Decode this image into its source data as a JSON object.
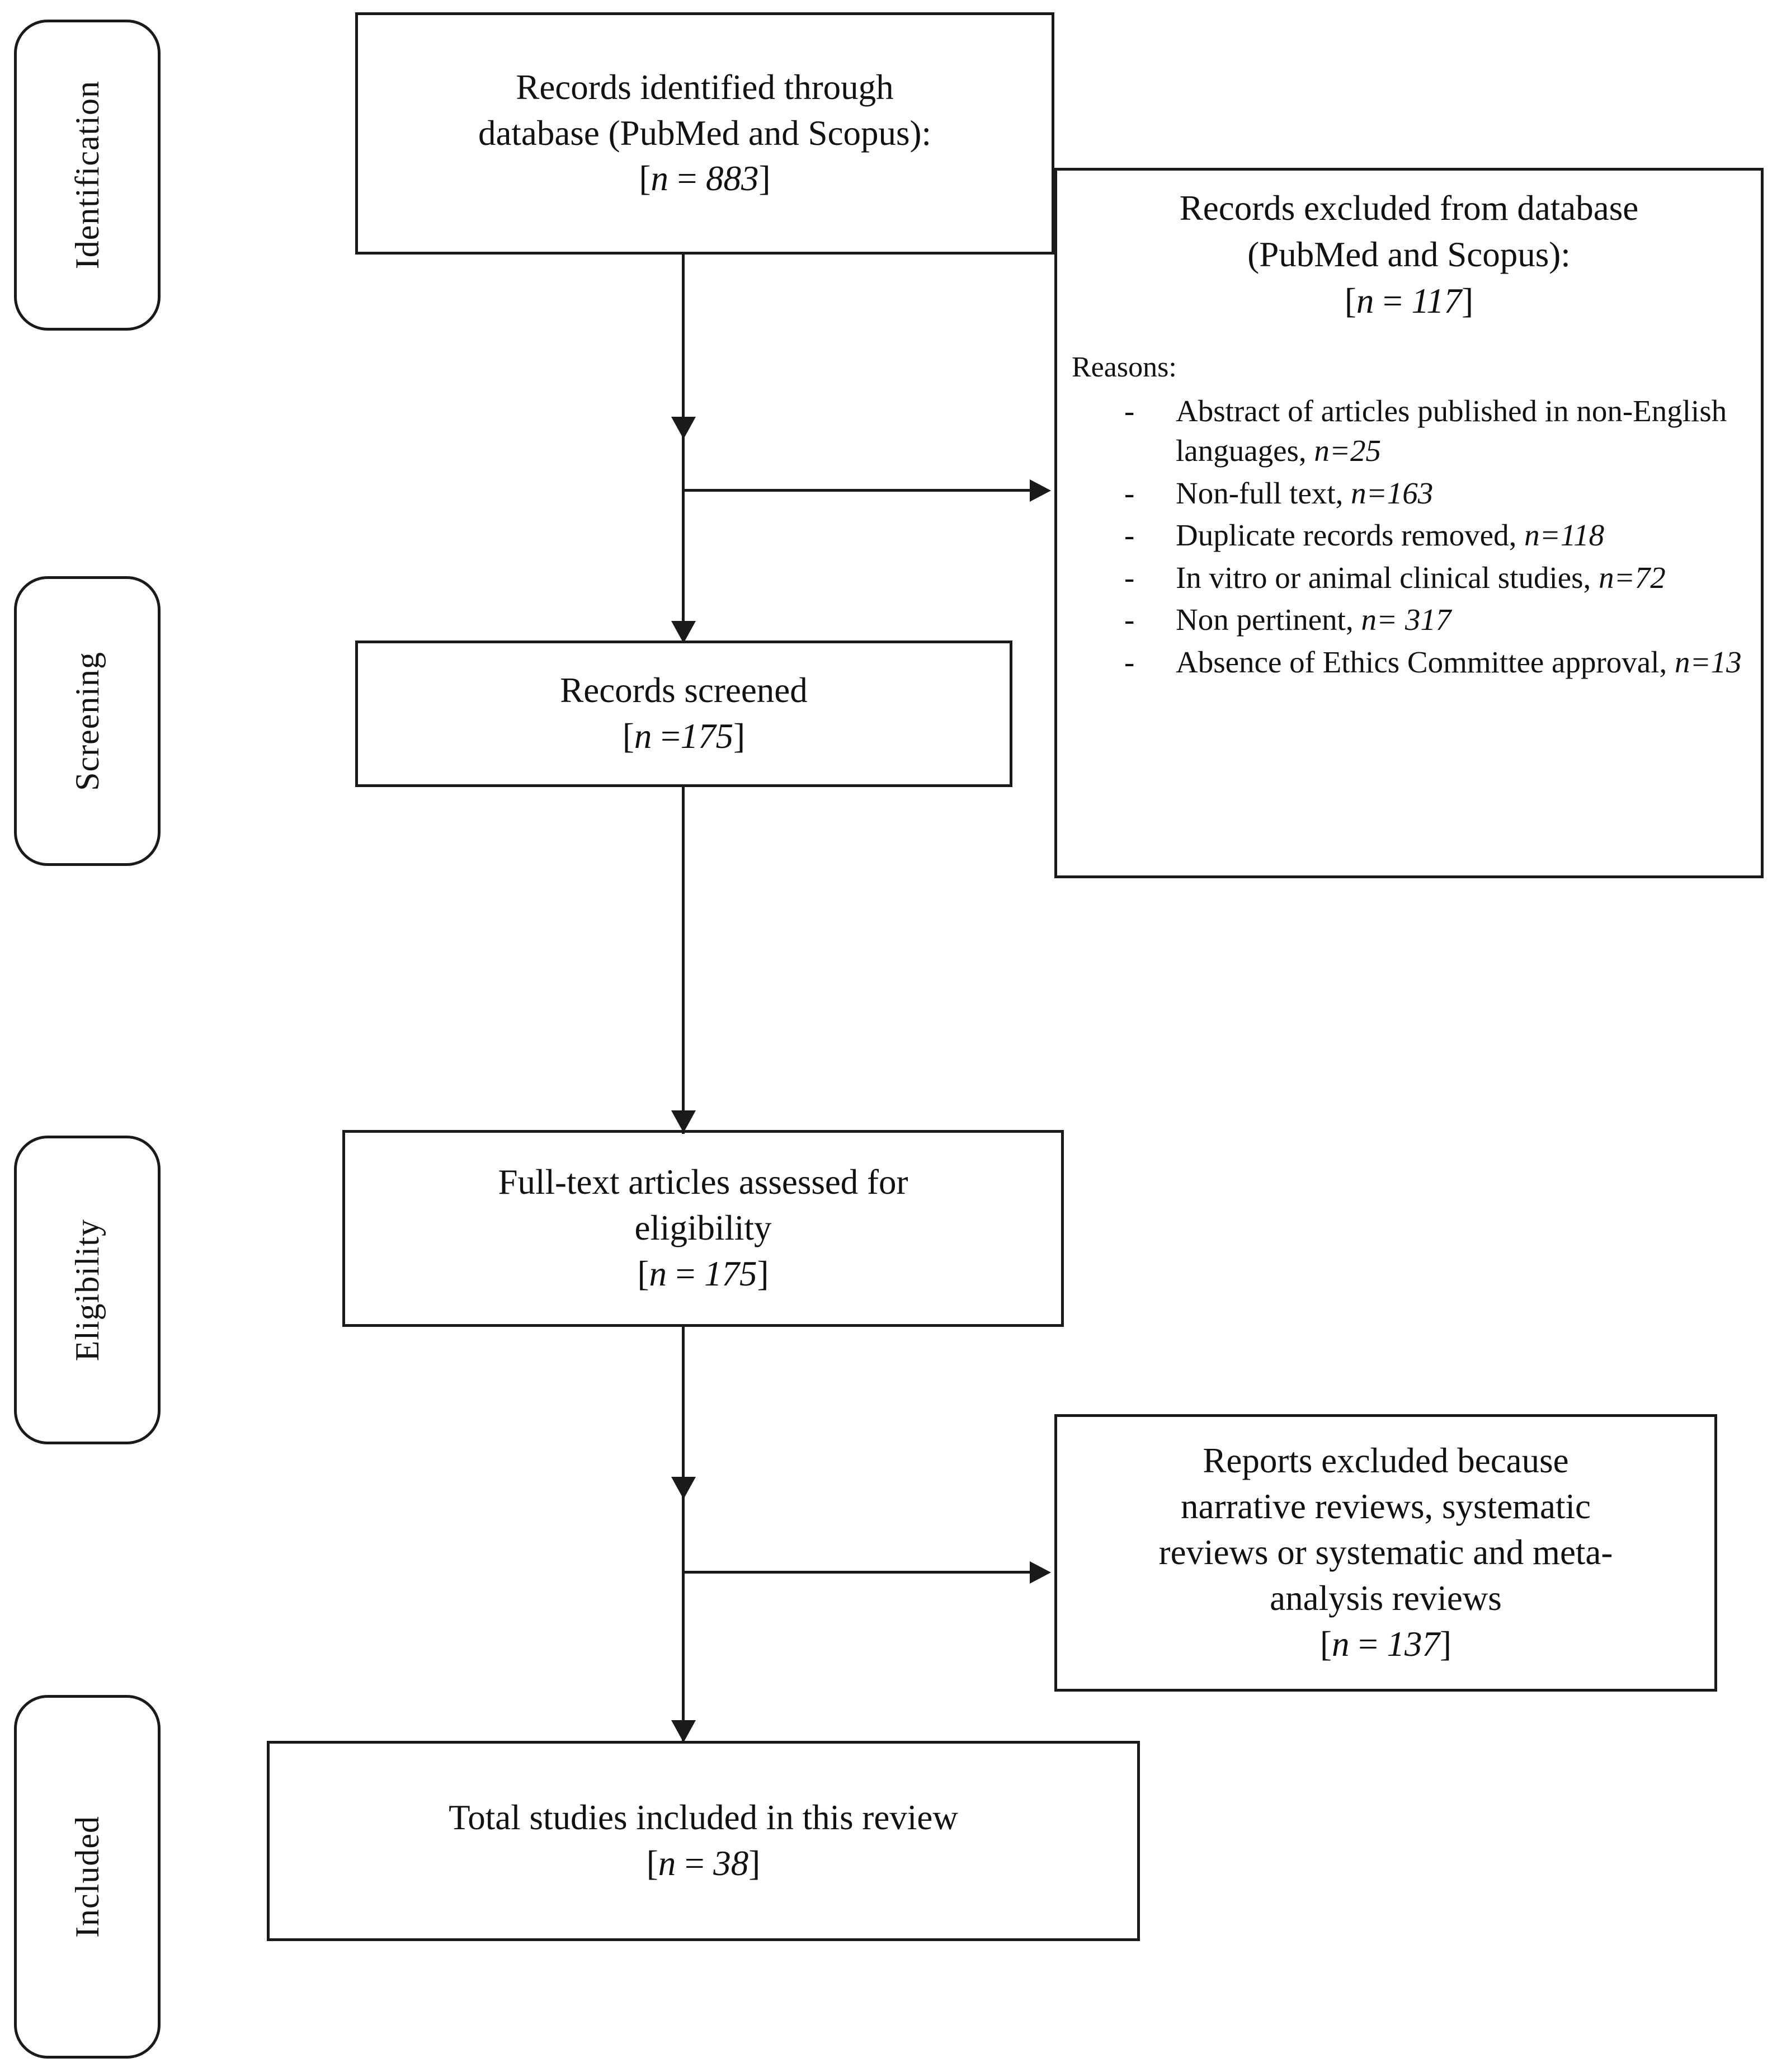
{
  "diagram": {
    "title": "PRISMA flow diagram",
    "type": "prisma-flow-diagram"
  },
  "stages": [
    {
      "label": "Identification"
    },
    {
      "label": "Screening"
    },
    {
      "label": "Eligibility"
    },
    {
      "label": "Included"
    }
  ],
  "boxes": {
    "identified": {
      "line1": "Records identified through",
      "line2": "database (PubMed and Scopus):",
      "count_prefix": "[",
      "count_var": "n",
      "count_eq": " = ",
      "count_value": "883",
      "count_suffix": "]"
    },
    "excluded_db": {
      "line1": "Records excluded from database",
      "line2": "(PubMed and Scopus):",
      "count_prefix": "[",
      "count_var": "n",
      "count_eq": " = ",
      "count_value": "117",
      "count_suffix": "]",
      "reasons_label": "Reasons:",
      "reasons": [
        {
          "bullet": "-",
          "text": "Abstract of articles published in non-English languages,",
          "n_label": "n",
          "n_sep": "=",
          "n_value": "25"
        },
        {
          "bullet": "-",
          "text": "Non-full text,",
          "n_label": "n",
          "n_sep": "=",
          "n_value": "163"
        },
        {
          "bullet": "-",
          "text": "Duplicate records removed,",
          "n_label": "n",
          "n_sep": "=",
          "n_value": "118"
        },
        {
          "bullet": "-",
          "text": "In vitro or animal clinical studies,",
          "n_label": "n",
          "n_sep": "=",
          "n_value": "72"
        },
        {
          "bullet": "-",
          "text": "Non pertinent,",
          "n_label": "n",
          "n_sep": "= ",
          "n_value": "317"
        },
        {
          "bullet": "-",
          "text": "Absence of Ethics Committee approval,",
          "n_label": "n",
          "n_sep": "=",
          "n_value": "13"
        }
      ]
    },
    "screened": {
      "line1": "Records screened",
      "count_prefix": "[",
      "count_var": "n",
      "count_eq": " =",
      "count_value": "175",
      "count_suffix": "]"
    },
    "fulltext": {
      "line1": "Full-text articles assessed for",
      "line2": "eligibility",
      "count_prefix": "[",
      "count_var": "n",
      "count_eq": " = ",
      "count_value": "175",
      "count_suffix": "]"
    },
    "excluded_reports": {
      "line1": "Reports excluded because",
      "line2": "narrative reviews, systematic",
      "line3": "reviews or systematic and meta-",
      "line4": "analysis reviews",
      "count_prefix": "[",
      "count_var": "n",
      "count_eq": " = ",
      "count_value": "137",
      "count_suffix": "]"
    },
    "included": {
      "line1": "Total studies included in this review",
      "count_prefix": "[",
      "count_var": "n",
      "count_eq": " = ",
      "count_value": "38",
      "count_suffix": "]"
    }
  },
  "colors": {
    "stroke": "#1a1a1a",
    "text": "#111111",
    "background": "#ffffff"
  },
  "chart_data": {
    "type": "table",
    "title": "PRISMA flow diagram counts",
    "categories": [
      "Records identified through database (PubMed and Scopus)",
      "Records excluded from database (PubMed and Scopus)",
      "Records screened",
      "Full-text articles assessed for eligibility",
      "Reports excluded because narrative reviews, systematic reviews or systematic and meta-analysis reviews",
      "Total studies included in this review"
    ],
    "values": [
      883,
      117,
      175,
      175,
      137,
      38
    ],
    "exclusion_reasons": {
      "categories": [
        "Abstract of articles published in non-English languages",
        "Non-full text",
        "Duplicate records removed",
        "In vitro or animal clinical studies",
        "Non pertinent",
        "Absence of Ethics Committee approval"
      ],
      "values": [
        25,
        163,
        118,
        72,
        317,
        13
      ]
    },
    "xlabel": "",
    "ylabel": "n"
  }
}
